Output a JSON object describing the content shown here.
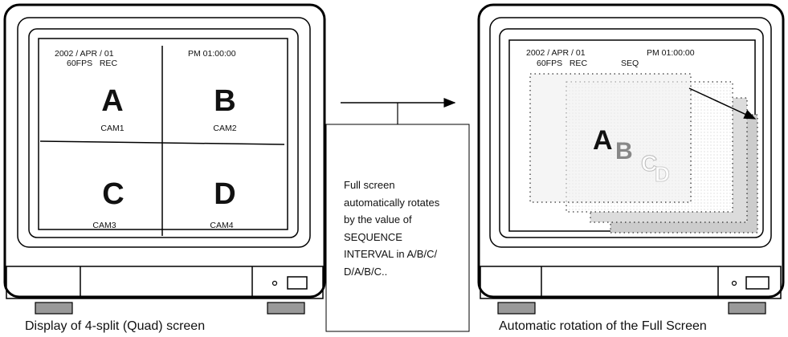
{
  "left_monitor": {
    "date": "2002 / APR / 01",
    "time": "PM 01:00:00",
    "status": "60FPS   REC",
    "quadrants": [
      {
        "letter": "A",
        "camera": "CAM1"
      },
      {
        "letter": "B",
        "camera": "CAM2"
      },
      {
        "letter": "C",
        "camera": "CAM3"
      },
      {
        "letter": "D",
        "camera": "CAM4"
      }
    ],
    "caption": "Display of 4-split (Quad) screen"
  },
  "right_monitor": {
    "date": "2002 / APR / 01",
    "time": "PM 01:00:00",
    "status": "60FPS   REC",
    "mode": "SEQ",
    "sequence_letters": [
      "A",
      "B",
      "C",
      "D"
    ],
    "caption": "Automatic rotation of the Full Screen"
  },
  "note": {
    "lines": [
      "Full screen",
      "automatically rotates",
      "by the value of",
      "SEQUENCE",
      "INTERVAL in A/B/C/",
      "D/A/B/C.."
    ]
  },
  "colors": {
    "outline": "#000000",
    "screen_bg": "#ffffff",
    "button_gray": "#999999",
    "layer_light": "#eeeeee",
    "layer_mid": "#dcdcdc",
    "layer_dark": "#cccccc"
  }
}
